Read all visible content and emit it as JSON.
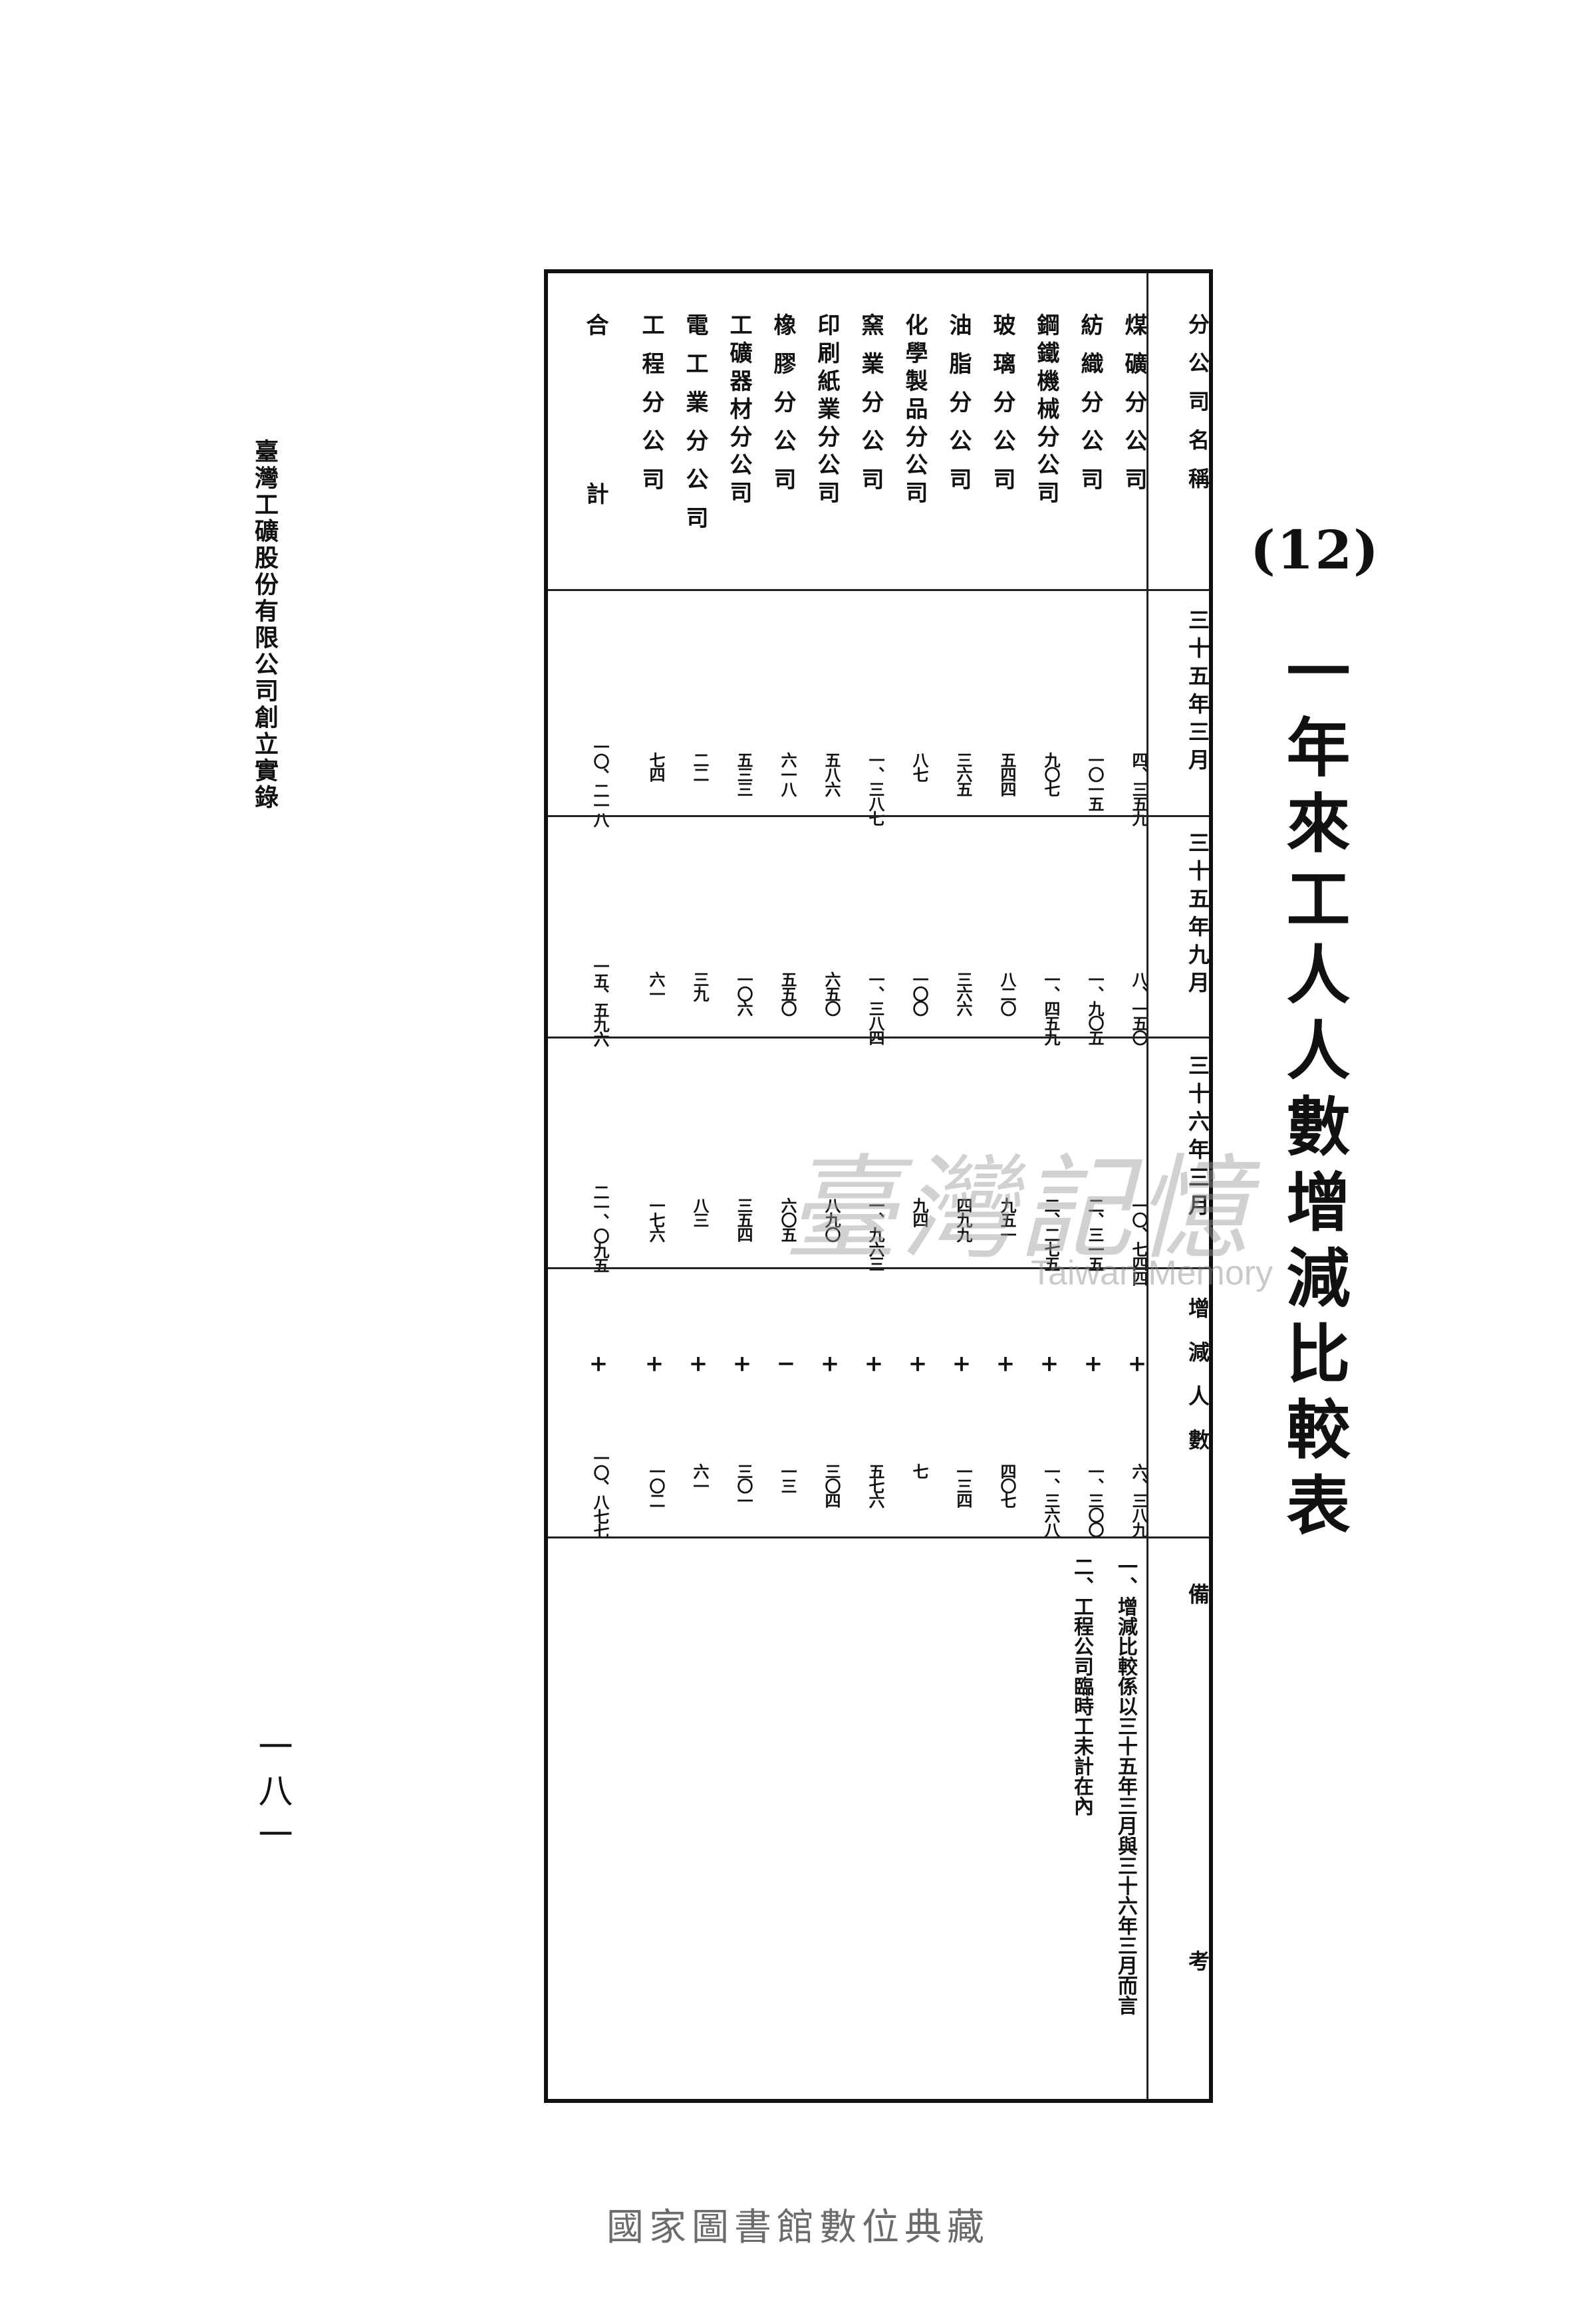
{
  "page": {
    "running_head": "臺灣工礦股份有限公司創立實錄",
    "page_number": "一八一",
    "table_number": "(12)",
    "table_title": "一年來工人人數增減比較表",
    "watermark_cn": "臺灣記憶",
    "watermark_en": "Taiwan Memory",
    "footer": "國家圖書館數位典藏"
  },
  "table": {
    "headers": {
      "name": "分公司名稱",
      "mar35": "三十五年三月",
      "sep35": "三十五年九月",
      "mar36": "三十六年三月",
      "change": "增減人數",
      "remarks": "備考"
    },
    "rows": [
      {
        "name": "煤礦分公司",
        "mar35": "四、三五九",
        "sep35": "八、一五〇",
        "mar36": "一〇、七四四",
        "sign": "+",
        "change": "六、三八九"
      },
      {
        "name": "紡織分公司",
        "mar35": "一〇一五",
        "sep35": "一、九〇五",
        "mar36": "二、三一五",
        "sign": "+",
        "change": "一、三〇〇"
      },
      {
        "name": "鋼鐵機械分公司",
        "mar35": "九〇七",
        "sep35": "一、四五九",
        "mar36": "二、二七五",
        "sign": "+",
        "change": "一、三六八"
      },
      {
        "name": "玻璃分公司",
        "mar35": "五四四",
        "sep35": "八二〇",
        "mar36": "九五一",
        "sign": "+",
        "change": "四〇七"
      },
      {
        "name": "油脂分公司",
        "mar35": "三六五",
        "sep35": "三六六",
        "mar36": "四九九",
        "sign": "+",
        "change": "一三四"
      },
      {
        "name": "化學製品分公司",
        "mar35": "八七",
        "sep35": "一〇〇",
        "mar36": "九四",
        "sign": "+",
        "change": "七"
      },
      {
        "name": "窯業分公司",
        "mar35": "一、三八七",
        "sep35": "一、三八四",
        "mar36": "一、九六三",
        "sign": "+",
        "change": "五七六"
      },
      {
        "name": "印刷紙業分公司",
        "mar35": "五八六",
        "sep35": "六五〇",
        "mar36": "八九〇",
        "sign": "+",
        "change": "三〇四"
      },
      {
        "name": "橡膠分公司",
        "mar35": "六一八",
        "sep35": "五五〇",
        "mar36": "六〇五",
        "sign": "−",
        "change": "一三"
      },
      {
        "name": "工礦器材分公司",
        "mar35": "五三三",
        "sep35": "一〇六",
        "mar36": "三五四",
        "sign": "+",
        "change": "三〇一"
      },
      {
        "name": "電工業分公司",
        "mar35": "二二",
        "sep35": "三九",
        "mar36": "八三",
        "sign": "+",
        "change": "六一"
      },
      {
        "name": "工程分公司",
        "mar35": "七四",
        "sep35": "六一",
        "mar36": "一七六",
        "sign": "+",
        "change": "一〇二"
      },
      {
        "name": "合計",
        "mar35": "一〇、二一八",
        "sep35": "一五、五九六",
        "mar36": "二一、〇九五",
        "sign": "+",
        "change": "一〇、八七七"
      }
    ],
    "notes": [
      "一、增減比較係以三十五年三月與三十六年三月而言",
      "二、工程公司臨時工未計在內"
    ]
  }
}
